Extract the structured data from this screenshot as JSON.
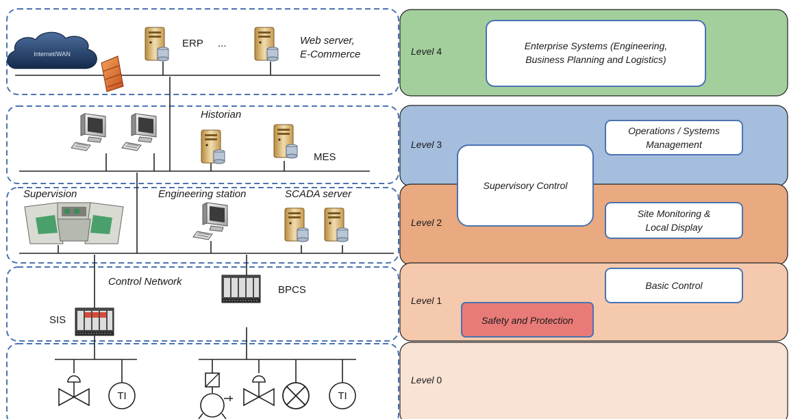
{
  "left": {
    "zone4": {
      "cloud": "Internet/WAN",
      "erp": "ERP",
      "ellipsis": "...",
      "web_server_line1": "Web server,",
      "web_server_line2": "E-Commerce"
    },
    "zone3": {
      "historian": "Historian",
      "mes": "MES"
    },
    "zone2": {
      "supervision": "Supervision",
      "engineering_station": "Engineering station",
      "scada_server": "SCADA server"
    },
    "zone1": {
      "control_network": "Control Network",
      "bpcs": "BPCS",
      "sis": "SIS"
    },
    "zone0": {
      "ti_left": "TI",
      "ti_right": "TI"
    }
  },
  "right": {
    "levels": [
      {
        "word": "Level",
        "num": "4",
        "color": "#a3cf9d"
      },
      {
        "word": "Level",
        "num": "3",
        "color": "#a5bedd"
      },
      {
        "word": "Level",
        "num": "2",
        "color": "#e9a981"
      },
      {
        "word": "Level",
        "num": "1",
        "color": "#f5c9ad"
      },
      {
        "word": "Level",
        "num": "0",
        "color": "#f9e3d5"
      }
    ],
    "boxes": {
      "enterprise_line1": "Enterprise Systems (Engineering,",
      "enterprise_line2": "Business Planning and Logistics)",
      "operations_line1": "Operations / Systems",
      "operations_line2": "Management",
      "supervisory": "Supervisory Control",
      "site_line1": "Site Monitoring &",
      "site_line2": "Local Display",
      "basic_control": "Basic Control",
      "safety": "Safety and Protection"
    },
    "colors": {
      "box_border": "#4a72b0",
      "safety_fill": "#e87b77",
      "zone_dash": "#4a72b0"
    }
  }
}
